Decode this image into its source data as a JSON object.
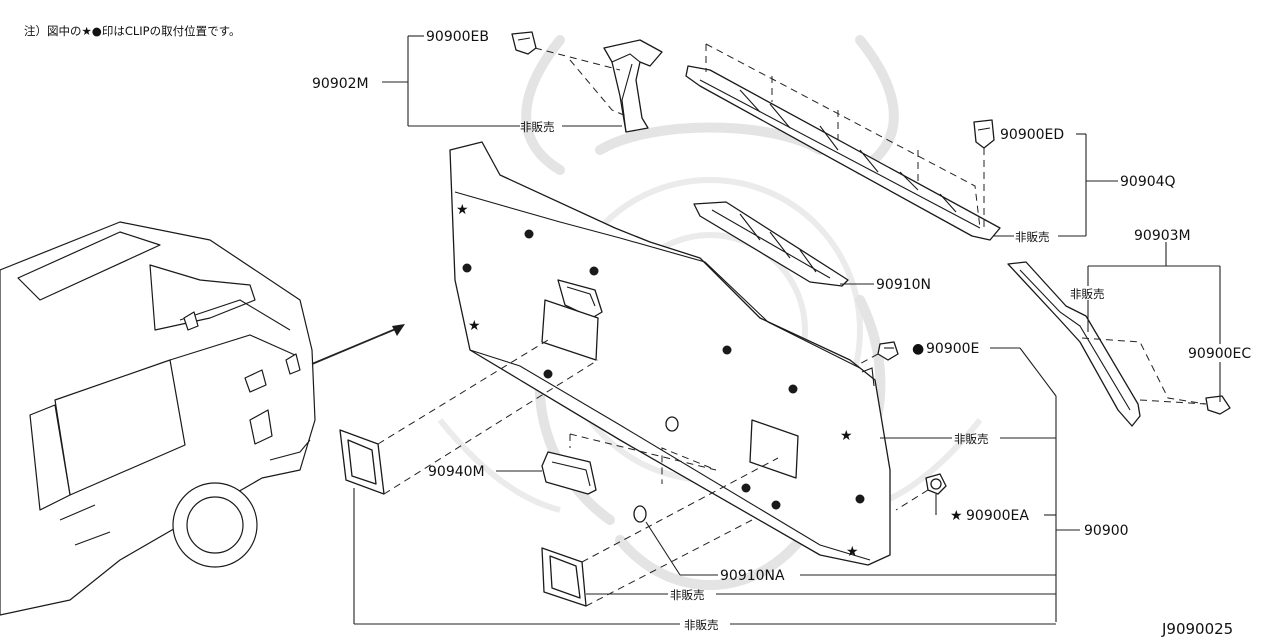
{
  "header_note": "注）図中の★●印はCLIPの取付位置です。",
  "diagram_code": "J9090025",
  "callouts": {
    "p90902M": "90902M",
    "p90900EB": "90900EB",
    "p90900ED": "90900ED",
    "p90904Q": "90904Q",
    "p90903M": "90903M",
    "p90900EC": "90900EC",
    "p90910N": "90910N",
    "p90900E": "90900E",
    "p90900EA": "90900EA",
    "p90900": "90900",
    "p90940M": "90940M",
    "p90910NA": "90910NA"
  },
  "not_for_sale": "非販売",
  "clip_markers": {
    "star": "★",
    "dot": "●"
  },
  "colors": {
    "line": "#1a1a1a",
    "watermark": "#e4e4e4",
    "background": "#ffffff"
  }
}
